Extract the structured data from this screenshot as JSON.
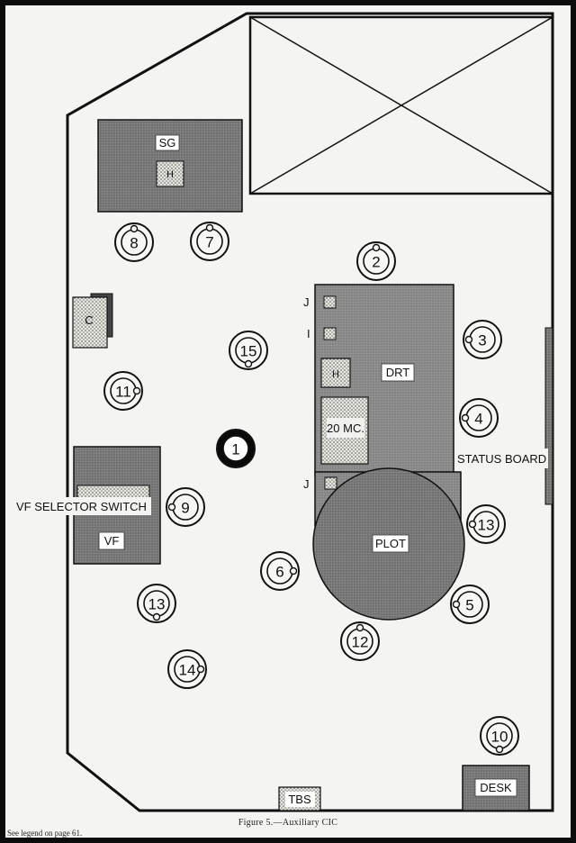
{
  "labels": {
    "sg": "SG",
    "sg_h": "H",
    "c": "C",
    "drt": "DRT",
    "drt_h": "H",
    "j_top": "J",
    "i": "I",
    "twenty_mc": "20 MC.",
    "j_plot": "J",
    "plot": "PLOT",
    "status_board": "STATUS BOARD",
    "vf_selector": "VF SELECTOR SWITCH",
    "vf": "VF",
    "desk": "DESK",
    "tbs": "TBS"
  },
  "seats": [
    "8",
    "7",
    "2",
    "3",
    "15",
    "11",
    "4",
    "1",
    "9",
    "13",
    "6",
    "13",
    "5",
    "12",
    "14",
    "10"
  ],
  "caption": "Figure 5.—Auxiliary CIC",
  "legend_note": "See legend on page 61.",
  "colors": {
    "ink": "#111111",
    "equipment_dark": "#6e6e6e",
    "equipment_mid": "#8d8d8d",
    "dotted_fill": "#cfcfc9",
    "label_box": "#ffffff"
  }
}
